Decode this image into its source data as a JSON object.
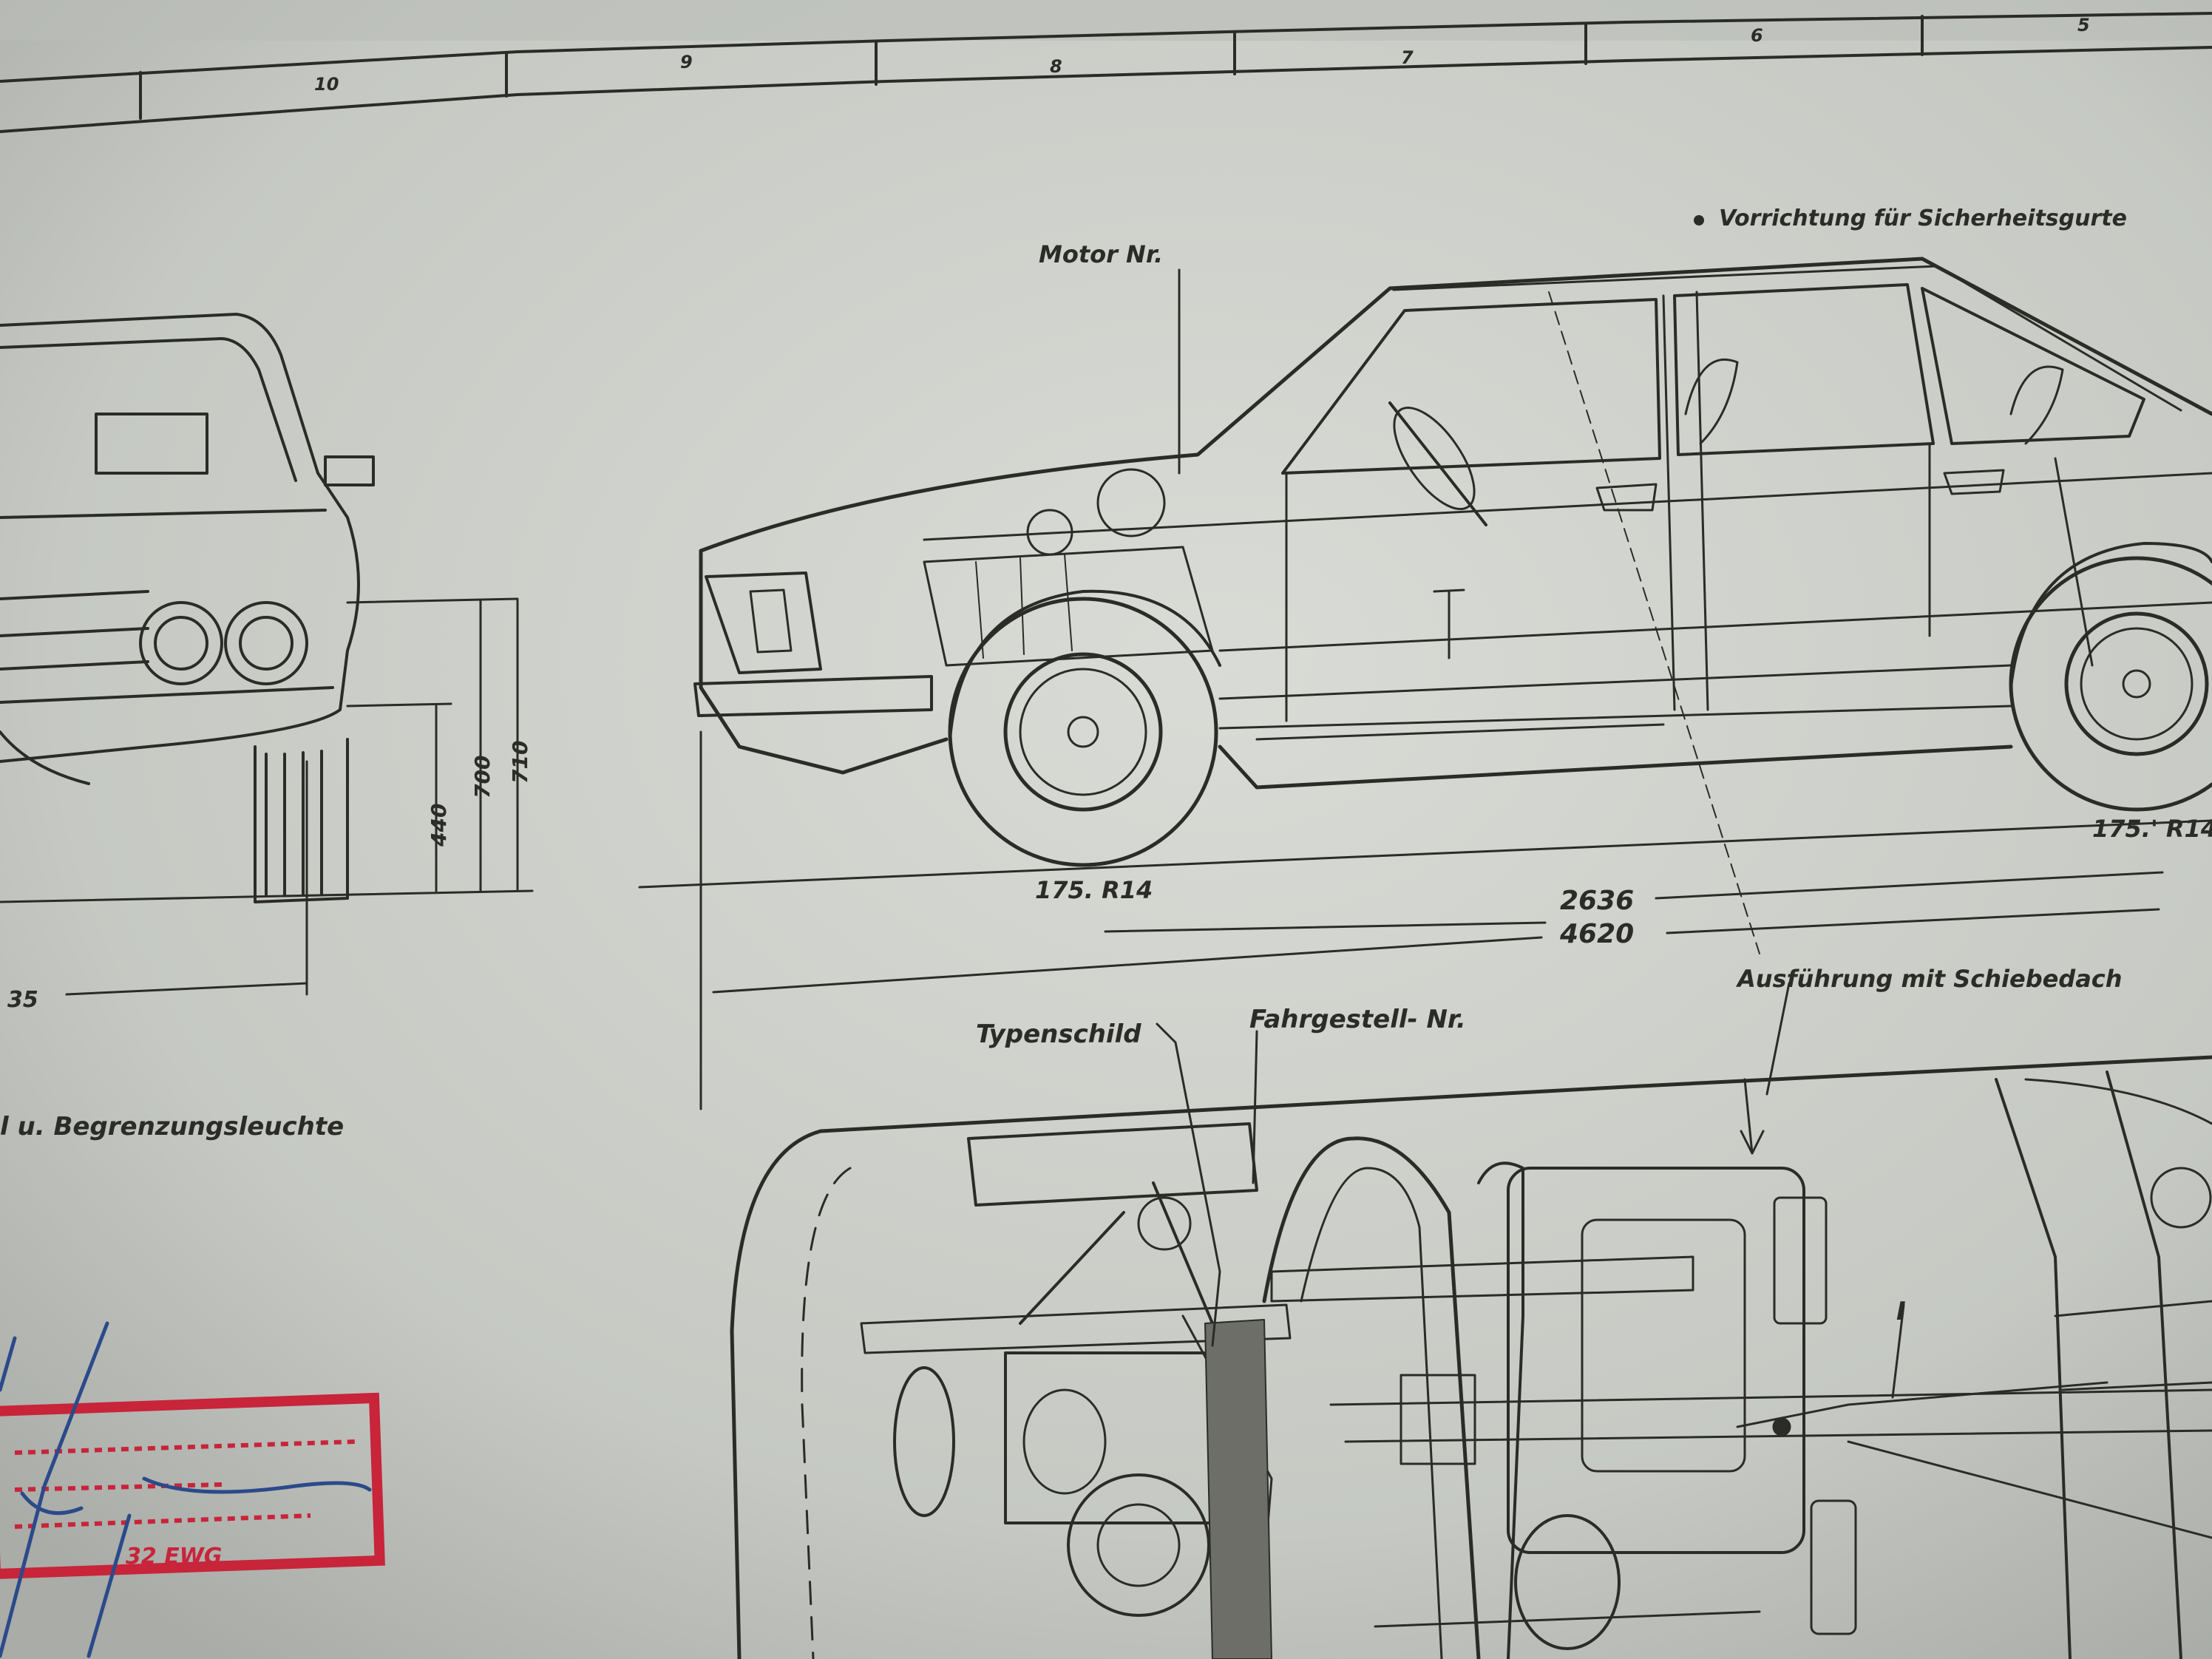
{
  "colors": {
    "paper": "#c9ccc7",
    "paper_light": "#d6d8d3",
    "ink": "#2b2b28",
    "stamp_red": "#c8243a",
    "pen_blue": "#2b4a8a"
  },
  "grid_numbers": [
    "10",
    "9",
    "8",
    "7",
    "6",
    "5"
  ],
  "labels": {
    "sicherheitsgurte": "Vorrichtung für Sicherheitsgurte",
    "motor_nr": "Motor Nr.",
    "tire_front": "175. R14",
    "tire_rear": "175.' R14",
    "dim_2636": "2636",
    "dim_4620": "4620",
    "dim_440": "440",
    "dim_700": "700",
    "dim_710": "710",
    "dim_35": "35",
    "schiebedach": "Ausführung mit Schiebedach",
    "typenschild": "Typenschild",
    "fahrgestell": "Fahrgestell- Nr.",
    "begrenzung": "l u. Begrenzungsleuchte",
    "roman_i": "I",
    "stamp_sign": "32 EWG"
  }
}
